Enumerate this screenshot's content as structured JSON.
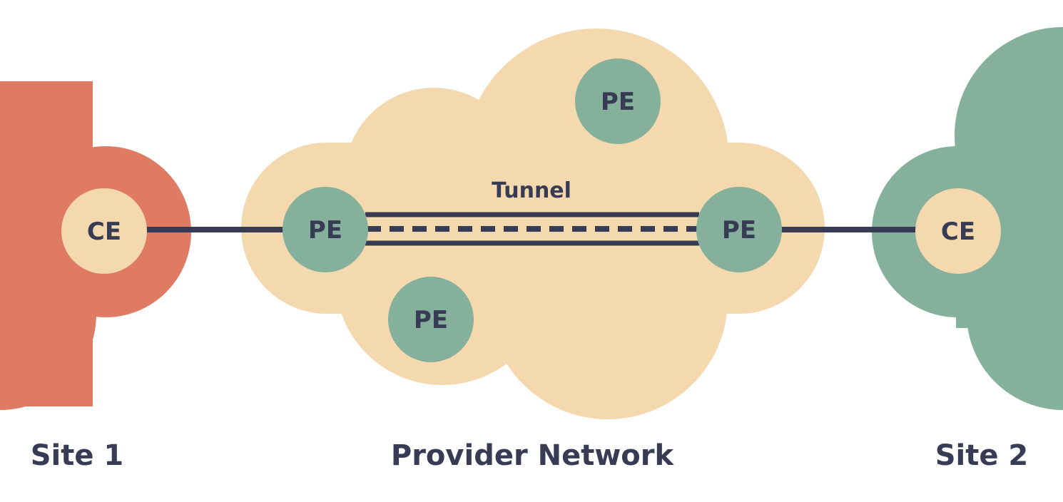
{
  "colors": {
    "site1_cloud": "#DF7B62",
    "provider_cloud": "#F4D8AE",
    "site2_cloud": "#85B09B",
    "pe_node": "#85B09B",
    "ce_node": "#F4D8AE",
    "line": "#373B54",
    "text": "#373B54",
    "background": "#FFFFFF"
  },
  "labels": {
    "tunnel": "Tunnel",
    "site1": "Site 1",
    "site2": "Site 2",
    "provider": "Provider Network"
  },
  "nodes": {
    "ce_left": "CE",
    "pe_left": "PE",
    "pe_top": "PE",
    "pe_bottom": "PE",
    "pe_right": "PE",
    "ce_right": "CE"
  }
}
